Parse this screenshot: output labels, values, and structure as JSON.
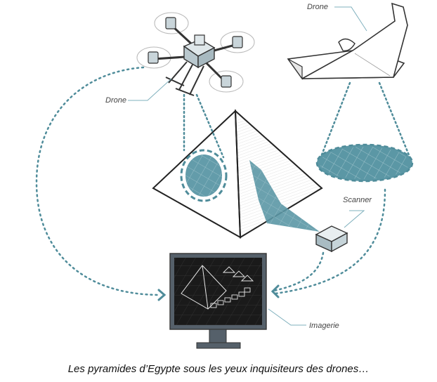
{
  "labels": {
    "drone_quad": "Drone",
    "drone_wing": "Drone",
    "scanner": "Scanner",
    "imagery": "Imagerie"
  },
  "caption": "Les pyramides d’Egypte sous les yeux inquisiteurs des drones…",
  "colors": {
    "teal": "#4f8c9a",
    "teal_fill": "#5b97a5",
    "dark": "#222222",
    "screen": "#1a1a1a",
    "monitor": "#55606a",
    "leader": "#7fb0bd"
  },
  "icons": [
    "quadcopter-drone-icon",
    "fixed-wing-drone-icon",
    "pyramid-icon",
    "scanner-device-icon",
    "monitor-icon",
    "arrow-icon"
  ]
}
